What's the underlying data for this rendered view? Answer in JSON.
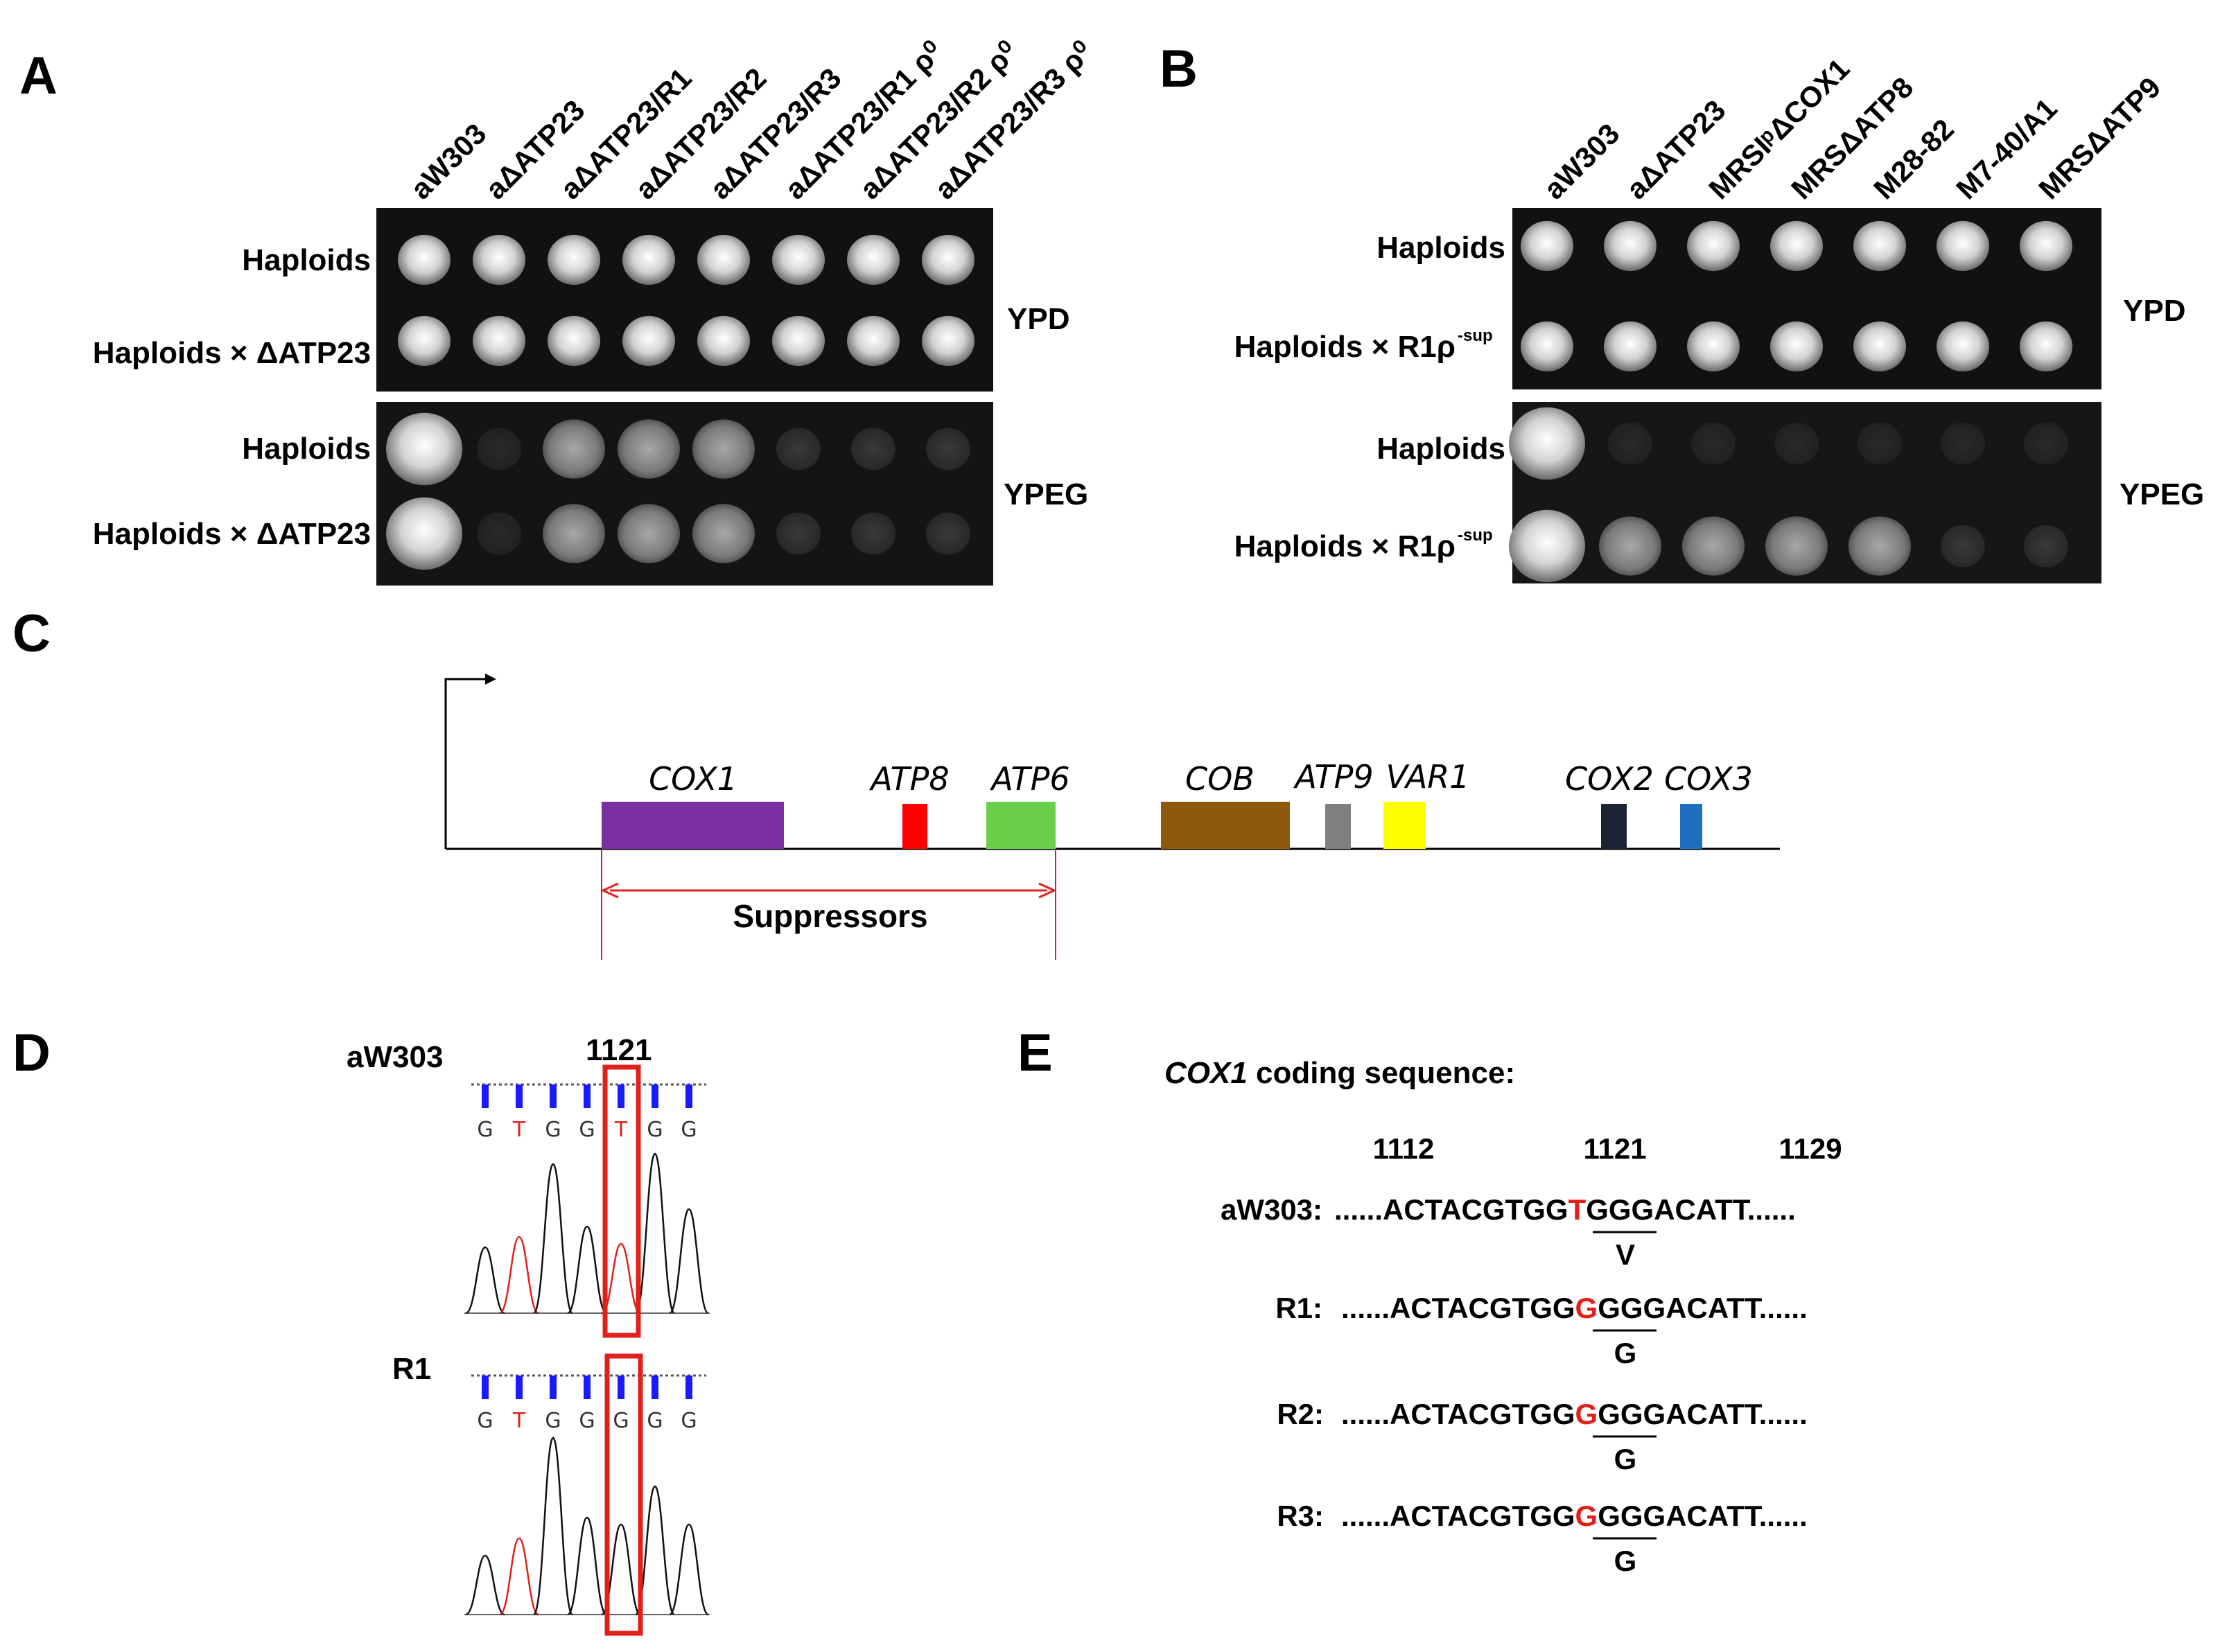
{
  "panels": {
    "a": "A",
    "b": "B",
    "c": "C",
    "d": "D",
    "e": "E"
  },
  "panelA": {
    "columns": [
      "aW303",
      "aΔATP23",
      "aΔATP23/R1",
      "aΔATP23/R2",
      "aΔATP23/R3",
      "aΔATP23/R1 ρ⁰",
      "aΔATP23/R2 ρ⁰",
      "aΔATP23/R3 ρ⁰"
    ],
    "rows": [
      "Haploids",
      "Haploids × ΔATP23",
      "Haploids",
      "Haploids × ΔATP23"
    ],
    "media": [
      "YPD",
      "YPEG"
    ],
    "growth_ypeg": [
      [
        1,
        0,
        0.8,
        0.8,
        0.8,
        0.1,
        0.1,
        0.1
      ],
      [
        1,
        0,
        0.8,
        0.8,
        0.8,
        0.1,
        0.1,
        0.1
      ]
    ]
  },
  "panelB": {
    "columns": [
      "aW303",
      "aΔATP23",
      "MRSIᵖΔCOX1",
      "MRSΔATP8",
      "M28-82",
      "M7-40/A1",
      "MRSΔATP9"
    ],
    "rows": [
      "Haploids",
      "Haploids × R1ρ",
      "Haploids",
      "Haploids  × R1ρ"
    ],
    "row_superscript": "-sup",
    "media": [
      "YPD",
      "YPEG"
    ],
    "growth_ypeg": [
      [
        1,
        0.05,
        0.05,
        0.05,
        0.05,
        0.05,
        0.05
      ],
      [
        1,
        0.6,
        0.6,
        0.6,
        0.6,
        0.1,
        0.1
      ]
    ]
  },
  "panelC": {
    "genes": [
      {
        "name": "COX1",
        "color": "#7b2fa0"
      },
      {
        "name": "ATP8",
        "color": "#ff0000"
      },
      {
        "name": "ATP6",
        "color": "#6ad04b"
      },
      {
        "name": "COB",
        "color": "#8c5a0a"
      },
      {
        "name": "ATP9",
        "color": "#7f7f7f"
      },
      {
        "name": "VAR1",
        "color": "#ffff00"
      },
      {
        "name": "COX2",
        "color": "#1a2434"
      },
      {
        "name": "COX3",
        "color": "#1f6fc1"
      }
    ],
    "suppressors_label": "Suppressors"
  },
  "panelD": {
    "strain1": "aW303",
    "position": "1121",
    "bases1": [
      "G",
      "T",
      "G",
      "G",
      "T",
      "G",
      "G"
    ],
    "strain2": "R1",
    "bases2": [
      "G",
      "T",
      "G",
      "G",
      "G",
      "G",
      "G"
    ]
  },
  "panelE": {
    "title_italic": "COX1",
    "title_rest": " coding sequence:",
    "positions": [
      "1112",
      "1121",
      "1129"
    ],
    "rows": [
      {
        "label": "aW303:",
        "pre": "......ACTACGTGG",
        "mut": "T",
        "post": "GGGACATT......",
        "aa": "V"
      },
      {
        "label": "R1:",
        "pre": "......ACTACGTGG",
        "mut": "G",
        "post": "GGGACATT......",
        "aa": "G"
      },
      {
        "label": "R2:",
        "pre": "......ACTACGTGG",
        "mut": "G",
        "post": "GGGACATT......",
        "aa": "G"
      },
      {
        "label": "R3:",
        "pre": "......ACTACGTGG",
        "mut": "G",
        "post": "GGGACATT......",
        "aa": "G"
      }
    ]
  },
  "colors": {
    "mutation": "#e0201b",
    "trace_T": "#e0201b",
    "trace_G": "#111111",
    "base_bar": "#1a1aff",
    "box": "#e0201b"
  }
}
